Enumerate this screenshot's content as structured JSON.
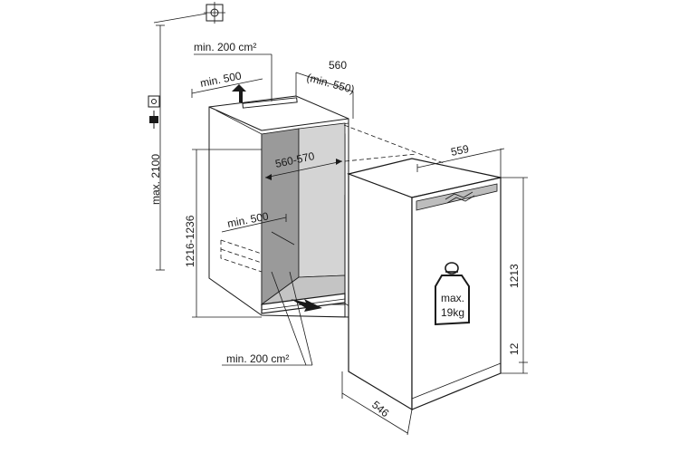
{
  "labels": {
    "vent_top": "min. 200 cm²",
    "vent_bottom": "min. 200 cm²",
    "depth_top": "min. 500",
    "depth_bottom": "min. 500",
    "niche_depth": "560",
    "niche_depth_min": "(min. 550)",
    "niche_width": "560-570",
    "max_height": "max. 2100",
    "niche_height": "1216-1236",
    "appliance_width": "559",
    "appliance_height": "1213",
    "plinth_height": "12",
    "appliance_depth": "546",
    "weight_line1": "max.",
    "weight_line2": "19kg"
  },
  "icons": {
    "ceiling_outlet": "ceiling-socket-icon",
    "wall_socket": "wall-socket-icon",
    "plug": "plug-icon",
    "weight": "weight-icon",
    "arrow_up": "airflow-arrow-up-icon",
    "arrow_in": "airflow-arrow-in-icon"
  }
}
